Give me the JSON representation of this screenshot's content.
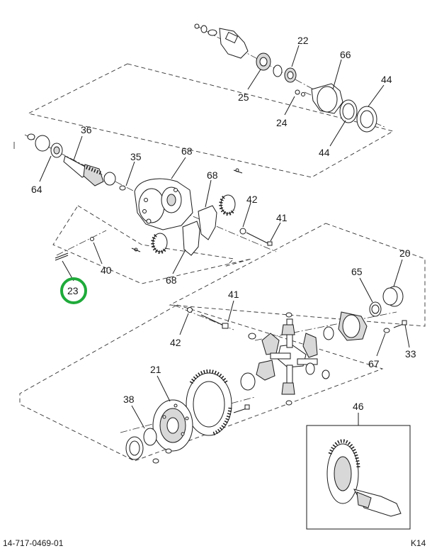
{
  "diagram": {
    "callouts": [
      {
        "id": "c22a",
        "label": "22"
      },
      {
        "id": "c66",
        "label": "66"
      },
      {
        "id": "c44a",
        "label": "44"
      },
      {
        "id": "c25",
        "label": "25"
      },
      {
        "id": "c24",
        "label": "24"
      },
      {
        "id": "c44b",
        "label": "44"
      },
      {
        "id": "c36",
        "label": "36"
      },
      {
        "id": "c64",
        "label": "64"
      },
      {
        "id": "c35",
        "label": "35"
      },
      {
        "id": "c68a",
        "label": "68"
      },
      {
        "id": "c68b",
        "label": "68"
      },
      {
        "id": "c42a",
        "label": "42"
      },
      {
        "id": "c41a",
        "label": "41"
      },
      {
        "id": "c40",
        "label": "40"
      },
      {
        "id": "c23",
        "label": "23"
      },
      {
        "id": "c68c",
        "label": "68"
      },
      {
        "id": "c20",
        "label": "20"
      },
      {
        "id": "c65",
        "label": "65"
      },
      {
        "id": "c41b",
        "label": "41"
      },
      {
        "id": "c42b",
        "label": "42"
      },
      {
        "id": "c33",
        "label": "33"
      },
      {
        "id": "c67",
        "label": "67"
      },
      {
        "id": "c21",
        "label": "21"
      },
      {
        "id": "c38",
        "label": "38"
      },
      {
        "id": "c46",
        "label": "46"
      }
    ],
    "highlighted_callout": "23",
    "highlight_color": "#1faa3a",
    "footer": {
      "drawing_number": "14-717-0469-01",
      "sheet_code": "K14"
    }
  }
}
